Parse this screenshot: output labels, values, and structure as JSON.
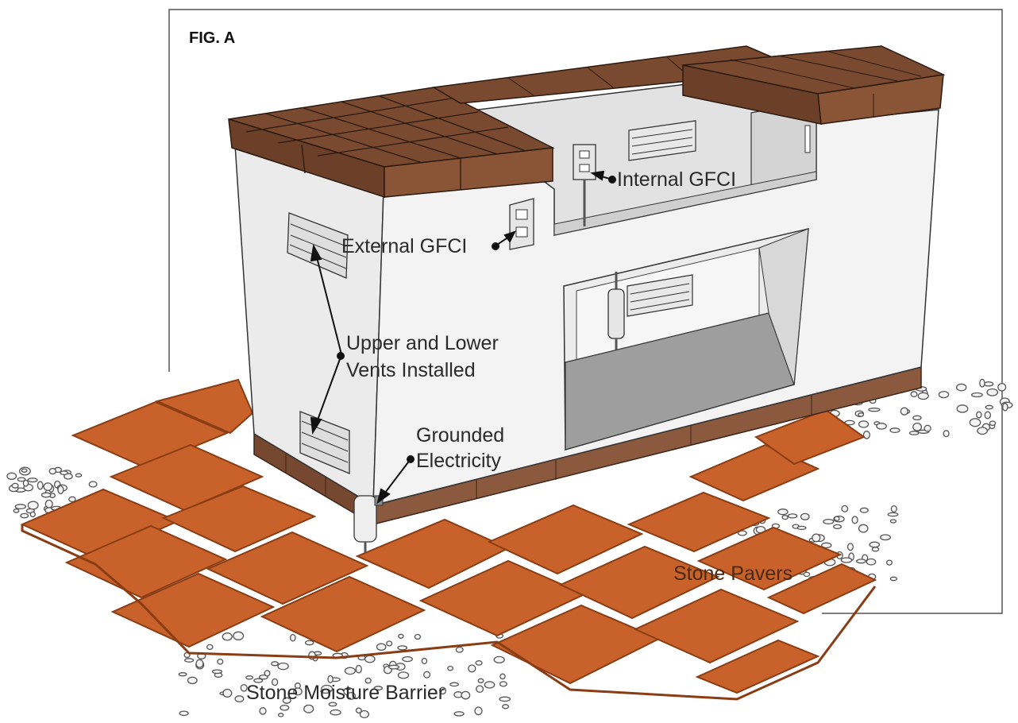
{
  "figure": {
    "title": "FIG. A"
  },
  "callouts": {
    "internal_gfci": "Internal GFCI",
    "external_gfci": "External GFCI",
    "vents_line1": "Upper and Lower",
    "vents_line2": "Vents Installed",
    "grounded_line1": "Grounded",
    "grounded_line2": "Electricity",
    "stone_pavers": "Stone Pavers",
    "moisture_barrier": "Stone Moisture Barrier"
  },
  "colors": {
    "paver": "#c8622a",
    "paver_edge": "#8a3d14",
    "cap_tile": "#7a4a30",
    "cap_tile_dark": "#5a3420",
    "wall": "#f1f1f1",
    "wall_side": "#dcdcdc",
    "base_band": "#8b5a3e",
    "floor_inner": "#9e9e9e"
  }
}
